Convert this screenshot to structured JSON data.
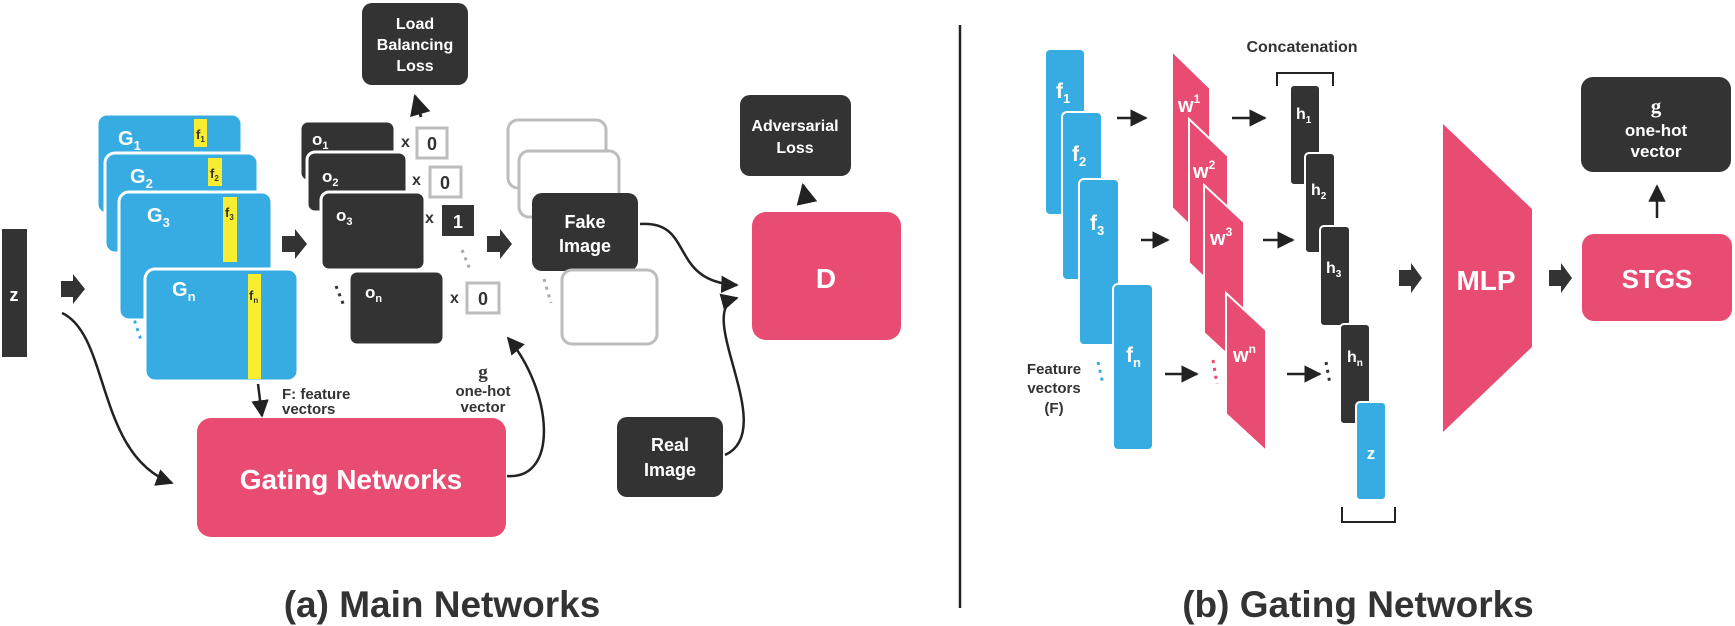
{
  "colors": {
    "blue": "#36ace2",
    "pink": "#e84c73",
    "dark": "#333333",
    "yellow": "#f9ed32",
    "gray_outline": "#bdbdbd"
  },
  "main": {
    "z_label": "z",
    "generators": [
      {
        "name": "G",
        "sub": "1",
        "feat": "f",
        "feat_sub": "1"
      },
      {
        "name": "G",
        "sub": "2",
        "feat": "f",
        "feat_sub": "2"
      },
      {
        "name": "G",
        "sub": "3",
        "feat": "f",
        "feat_sub": "3"
      },
      {
        "name": "G",
        "sub": "n",
        "feat": "f",
        "feat_sub": "n"
      }
    ],
    "feature_caption_1": "F: feature",
    "feature_caption_2": "vectors",
    "outputs": [
      {
        "name": "o",
        "sub": "1",
        "mult": "x",
        "gate": "0"
      },
      {
        "name": "o",
        "sub": "2",
        "mult": "x",
        "gate": "0"
      },
      {
        "name": "o",
        "sub": "3",
        "mult": "x",
        "gate": "1"
      },
      {
        "name": "o",
        "sub": "n",
        "mult": "x",
        "gate": "0"
      }
    ],
    "load_balancing": [
      "Load",
      "Balancing",
      "Loss"
    ],
    "fake_image": [
      "Fake",
      "Image"
    ],
    "real_image": [
      "Real",
      "Image"
    ],
    "adversarial": [
      "Adversarial",
      "Loss"
    ],
    "discriminator": "D",
    "gating_networks": "Gating Networks",
    "g_symbol": "g",
    "onehot_1": "one-hot",
    "onehot_2": "vector",
    "caption": "(a) Main Networks"
  },
  "gating": {
    "features": [
      {
        "name": "f",
        "sub": "1"
      },
      {
        "name": "f",
        "sub": "2"
      },
      {
        "name": "f",
        "sub": "3"
      },
      {
        "name": "f",
        "sub": "n"
      }
    ],
    "feature_caption": [
      "Feature",
      "vectors",
      "(F)"
    ],
    "weights": [
      {
        "name": "w",
        "sup": "1"
      },
      {
        "name": "w",
        "sup": "2"
      },
      {
        "name": "w",
        "sup": "3"
      },
      {
        "name": "w",
        "sup": "n"
      }
    ],
    "hidden": [
      {
        "name": "h",
        "sub": "1"
      },
      {
        "name": "h",
        "sub": "2"
      },
      {
        "name": "h",
        "sub": "3"
      },
      {
        "name": "h",
        "sub": "n"
      }
    ],
    "z_label": "z",
    "concatenation": "Concatenation",
    "mlp": "MLP",
    "stgs": "STGS",
    "g_symbol": "g",
    "onehot_1": "one-hot",
    "onehot_2": "vector",
    "caption": "(b) Gating Networks"
  }
}
